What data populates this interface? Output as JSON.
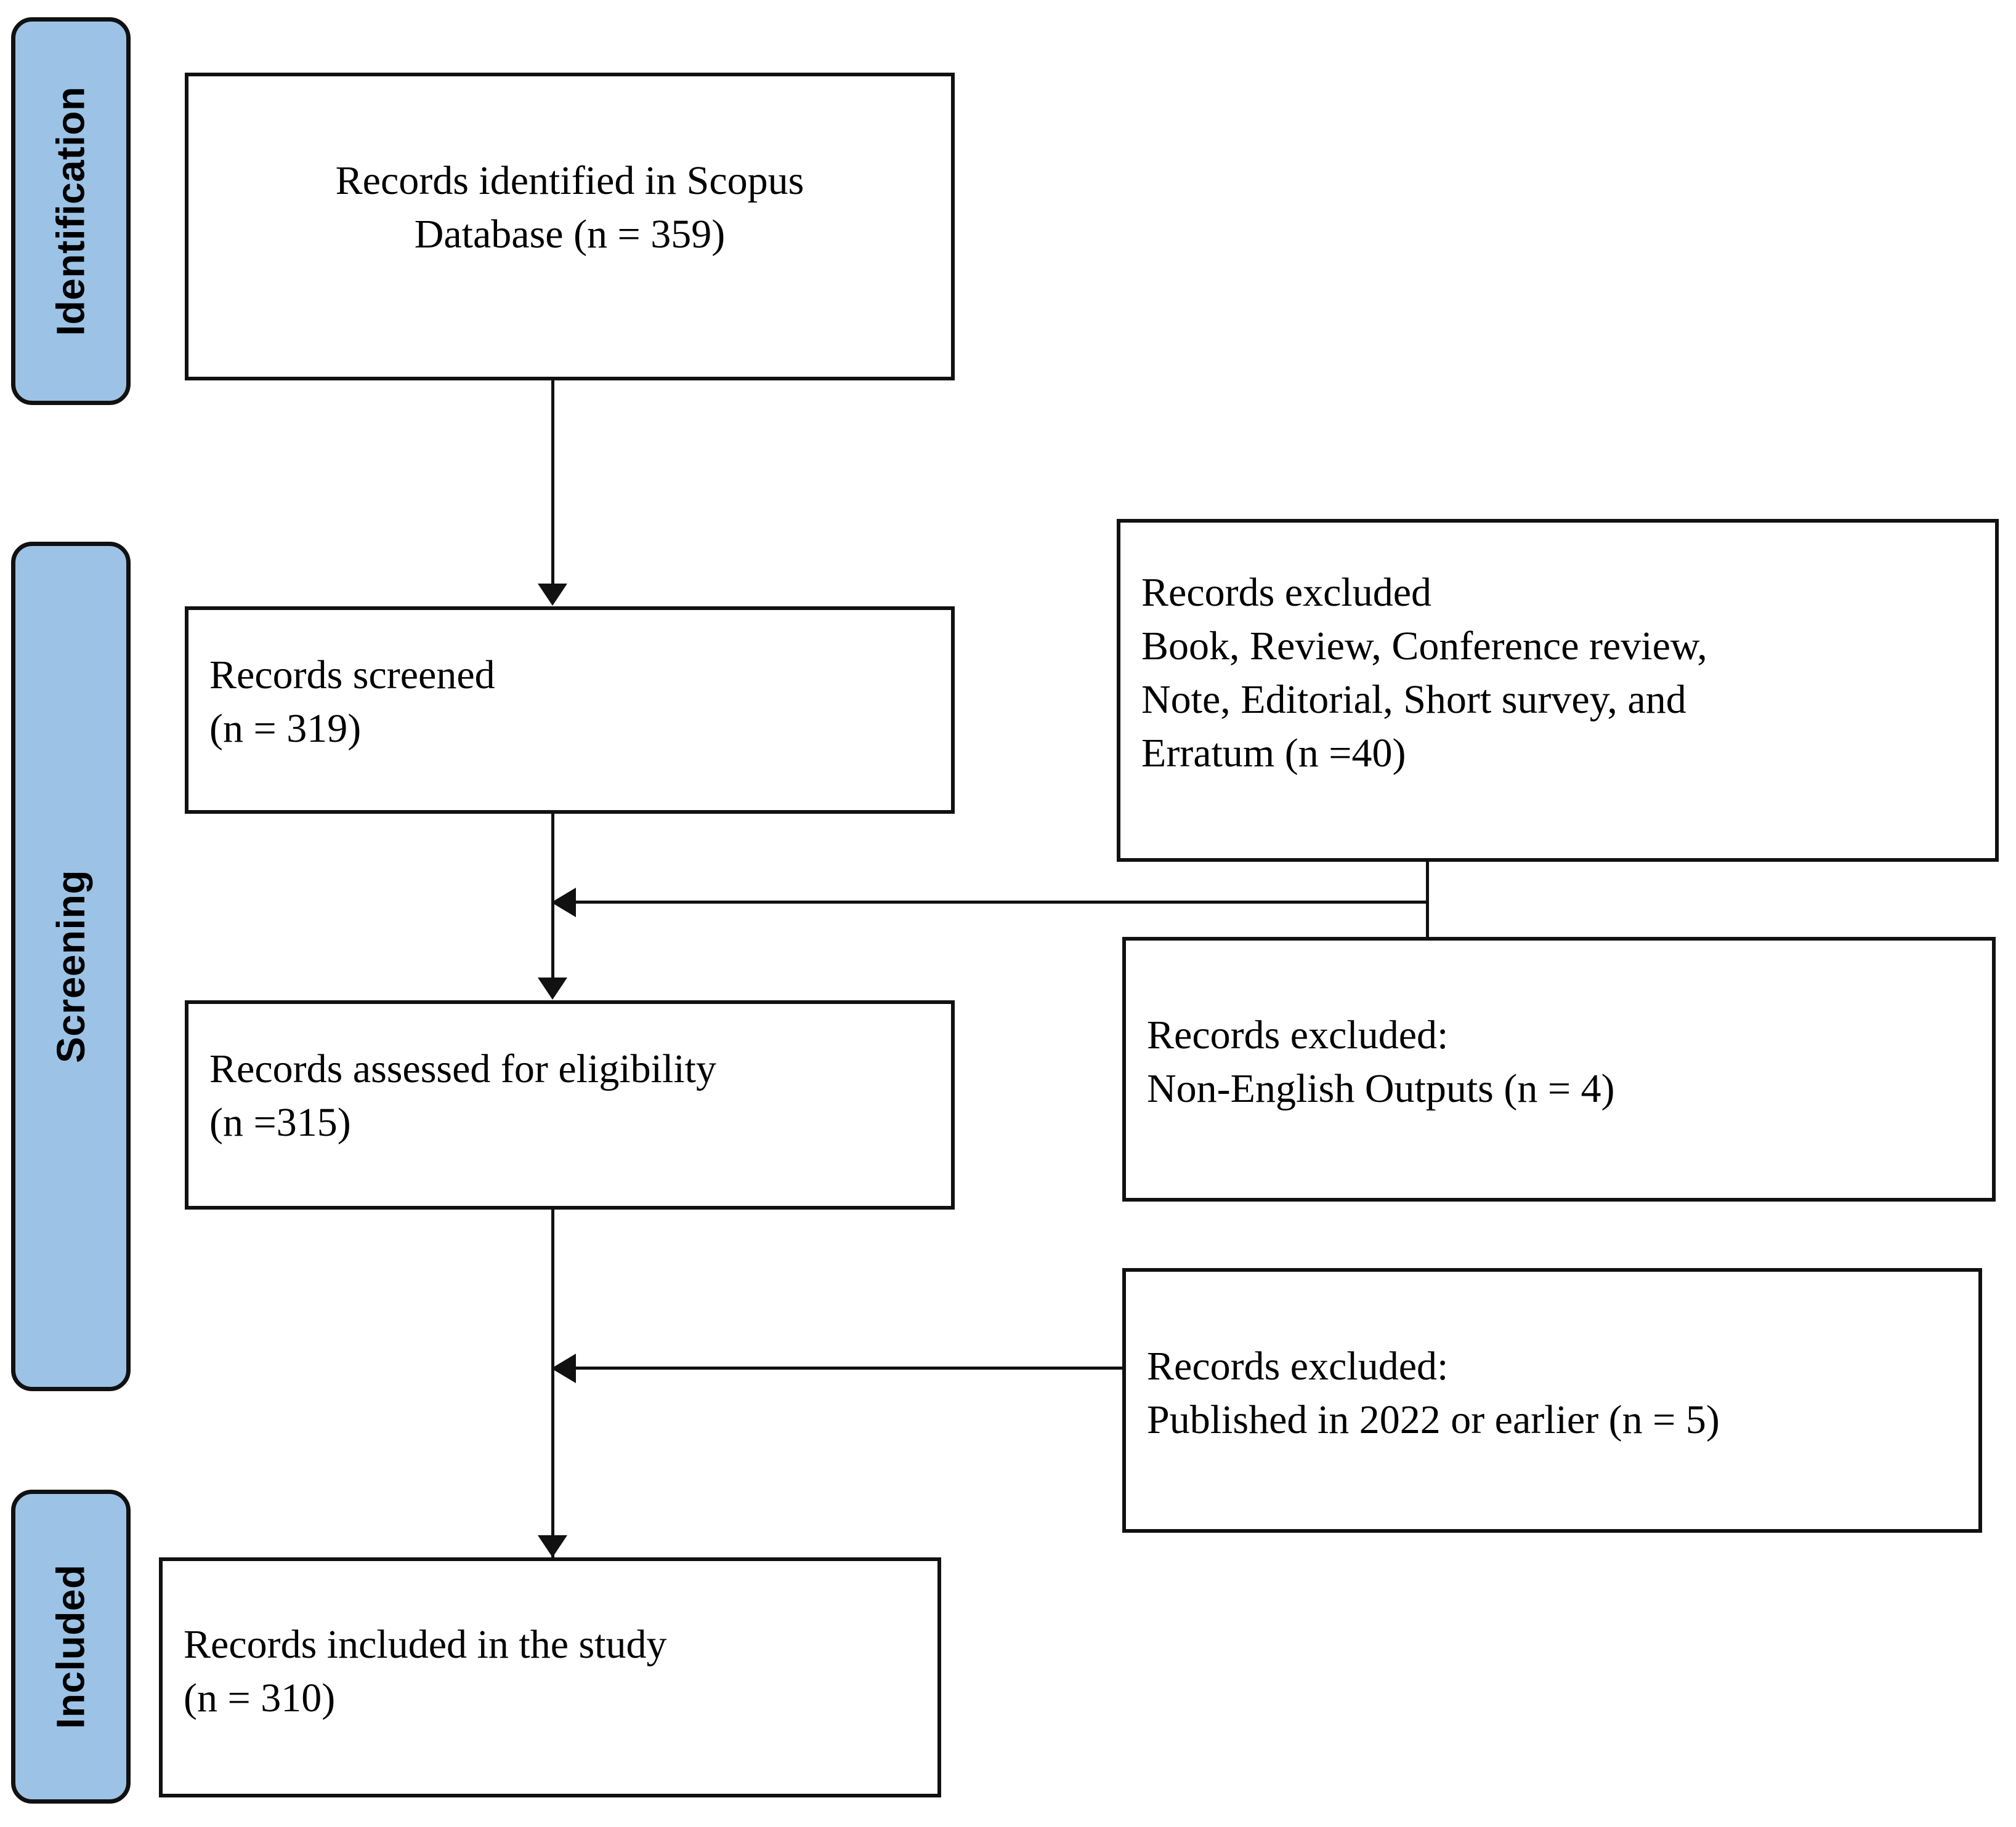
{
  "diagram": {
    "type": "prisma-flow-diagram",
    "accent_color": "#9CC3E5",
    "line_color": "#111111",
    "background_color": "#FFFFFF"
  },
  "stages": [
    {
      "id": "identification",
      "label": "Identification"
    },
    {
      "id": "screening",
      "label": "Screening"
    },
    {
      "id": "included",
      "label": "Included"
    }
  ],
  "flow_boxes": [
    {
      "id": "records-identified",
      "align": "center",
      "lines": [
        "Records identified in Scopus",
        "Database (n = 359)"
      ]
    },
    {
      "id": "records-screened",
      "align": "left",
      "lines": [
        "Records screened",
        "(n = 319)"
      ]
    },
    {
      "id": "records-assessed",
      "align": "left",
      "lines": [
        "Records assessed for eligibility",
        "(n =315)"
      ]
    },
    {
      "id": "records-included",
      "align": "left",
      "lines": [
        "Records included in the study",
        "(n = 310)"
      ]
    }
  ],
  "exclusion_boxes": [
    {
      "id": "excluded-document-types",
      "lines": [
        "Records excluded",
        "Book, Review, Conference review,",
        "Note, Editorial, Short survey, and",
        "Erratum (n =40)"
      ]
    },
    {
      "id": "excluded-non-english",
      "lines": [
        "Records excluded:",
        "Non-English Outputs (n = 4)"
      ]
    },
    {
      "id": "excluded-publication-year",
      "lines": [
        "Records excluded:",
        "Published in 2022 or earlier (n = 5)"
      ]
    }
  ],
  "counts": {
    "identified": 359,
    "screened": 319,
    "assessed": 315,
    "included": 310,
    "excluded_document_types": 40,
    "excluded_non_english": 4,
    "excluded_publication_year": 5
  }
}
